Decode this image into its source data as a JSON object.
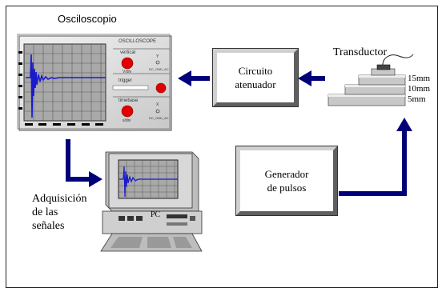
{
  "labels": {
    "osciloscopio": "Osciloscopio",
    "transductor": "Transductor",
    "adquisicion": [
      "Adquisición",
      "de las",
      "señales"
    ],
    "pc": "PC",
    "step_15": "15mm",
    "step_10": "10mm",
    "step_5": "5mm"
  },
  "boxes": {
    "circuito": [
      "Circuito",
      "atenuador"
    ],
    "generador": [
      "Generador",
      "de pulsos"
    ]
  },
  "scope_panel": {
    "header": "OSCILLOSCOPE",
    "vertical": "vertical",
    "vdiv": "V/div",
    "trigger": "trigger",
    "timebase": "timebase",
    "sdiv": "s/div",
    "y": "Y",
    "x": "X",
    "coupling_y": "DC_GND_AC",
    "coupling_x": "DC_GND_AC"
  },
  "colors": {
    "arrow": "#00007a",
    "knob": "#e00000",
    "grid_bg": "#a9a9a9",
    "signal": "#1a1acc"
  }
}
